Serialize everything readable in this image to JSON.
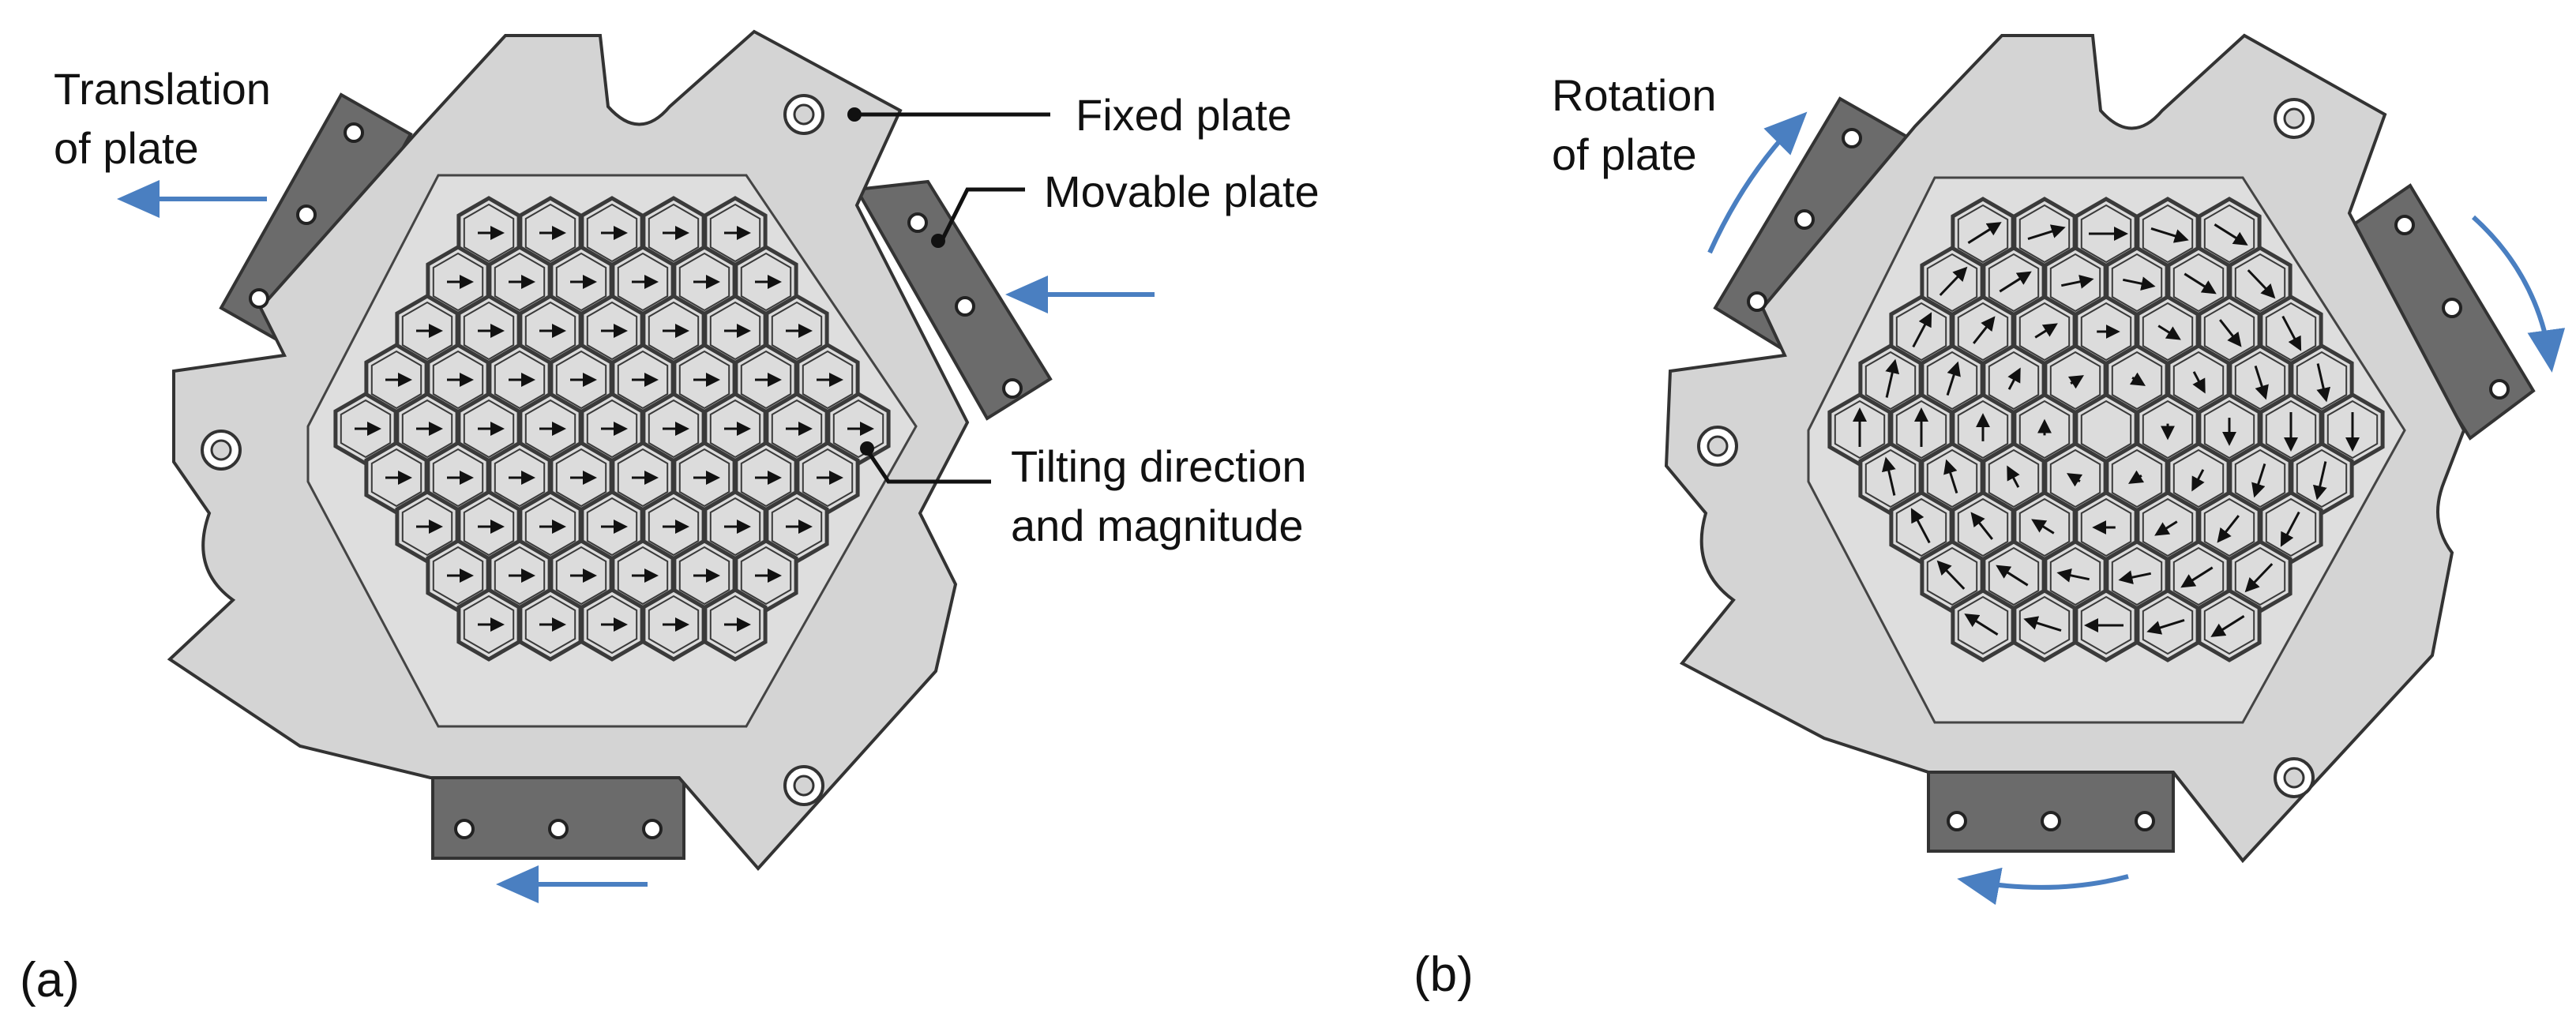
{
  "panels": [
    {
      "id": "a",
      "label": "(a)",
      "motion": [
        "Translation",
        "of plate"
      ],
      "callouts": {
        "fixed": "Fixed plate",
        "movable": "Movable plate",
        "tilt": [
          "Tilting direction",
          "and magnitude"
        ]
      }
    },
    {
      "id": "b",
      "label": "(b)",
      "motion": [
        "Rotation",
        "of plate"
      ]
    }
  ],
  "colors": {
    "fixed_plate": "#d4d4d4",
    "movable_plate": "#6b6b6b",
    "cell_fill": "#dcdcdc",
    "cell_stroke": "#3a3a3a",
    "motion_arrow": "#4a7fc1",
    "outline": "#333333"
  }
}
